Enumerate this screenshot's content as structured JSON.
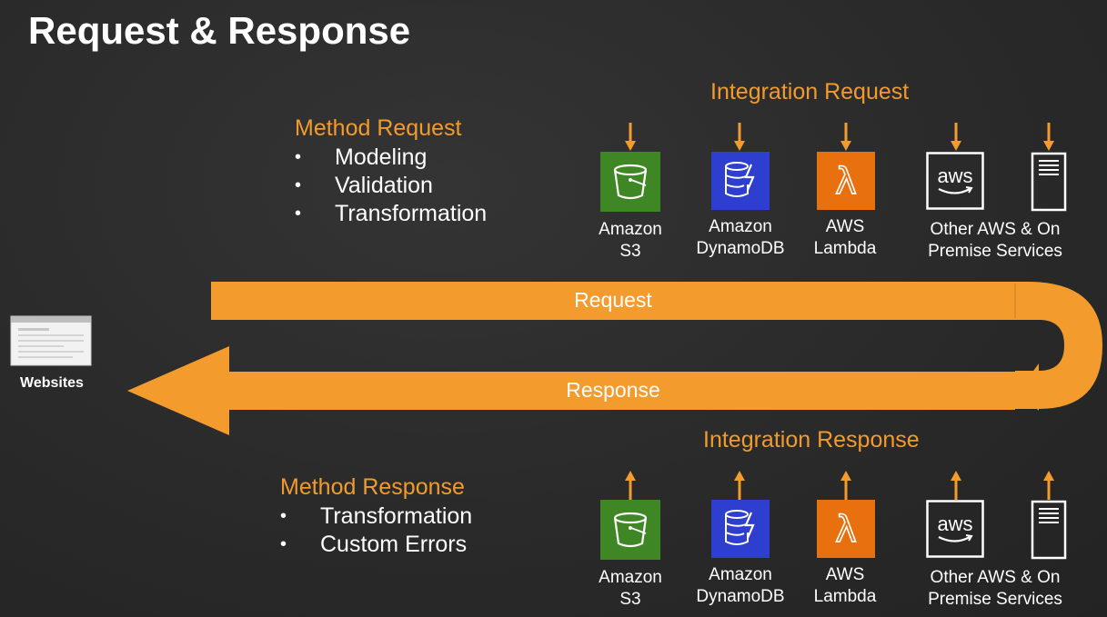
{
  "title": "Request & Response",
  "method_request": {
    "heading": "Method Request",
    "items": [
      "Modeling",
      "Validation",
      "Transformation"
    ]
  },
  "method_response": {
    "heading": "Method Response",
    "items": [
      "Transformation",
      "Custom Errors"
    ]
  },
  "integration_request": {
    "heading": "Integration Request",
    "services": [
      {
        "icon": "s3-bucket-icon",
        "line1": "Amazon",
        "line2": "S3"
      },
      {
        "icon": "dynamodb-icon",
        "line1": "Amazon",
        "line2": "DynamoDB"
      },
      {
        "icon": "lambda-icon",
        "line1": "AWS",
        "line2": "Lambda"
      },
      {
        "icon": "aws-logo-icon",
        "line1": "Other AWS & On",
        "line2": "Premise Services"
      }
    ]
  },
  "integration_response": {
    "heading": "Integration Response",
    "services": [
      {
        "icon": "s3-bucket-icon",
        "line1": "Amazon",
        "line2": "S3"
      },
      {
        "icon": "dynamodb-icon",
        "line1": "Amazon",
        "line2": "DynamoDB"
      },
      {
        "icon": "lambda-icon",
        "line1": "AWS",
        "line2": "Lambda"
      },
      {
        "icon": "aws-logo-icon",
        "line1": "Other AWS & On",
        "line2": "Premise Services"
      }
    ]
  },
  "flow": {
    "request_label": "Request",
    "response_label": "Response"
  },
  "client": {
    "label": "Websites",
    "icon": "browser-window-icon"
  },
  "colors": {
    "accent": "#f29b2d",
    "s3": "#3f8624",
    "dynamodb": "#2e3fcf",
    "lambda": "#e8700f",
    "background": "#2b2b2b"
  },
  "glyphs": {
    "aws_logo_text": "aws",
    "lambda_symbol": "λ"
  }
}
